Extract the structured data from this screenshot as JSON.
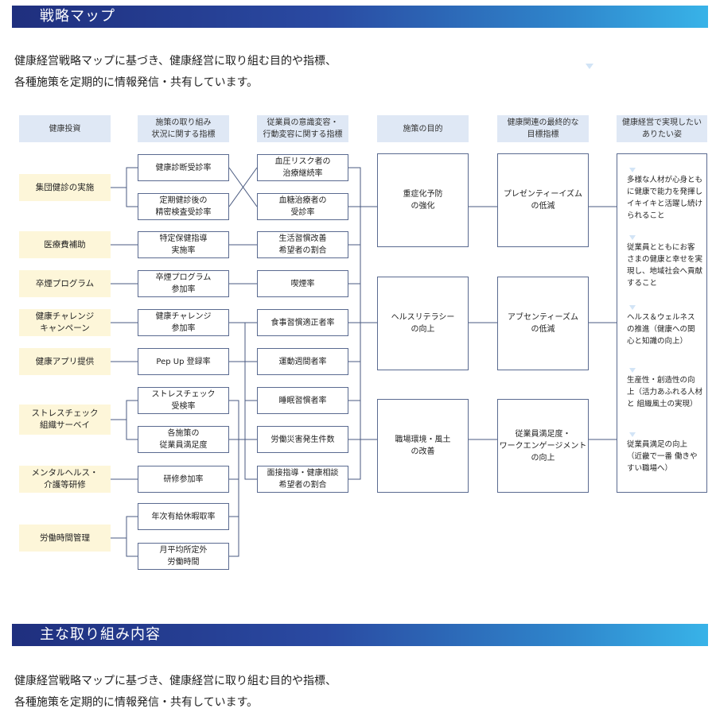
{
  "section1": {
    "title": "戦略マップ"
  },
  "intro1": {
    "line1": "健康経営戦略マップに基づき、健康経営に取り組む目的や指標、",
    "line2": "各種施策を定期的に情報発信・共有しています。"
  },
  "columns": [
    "健康投資",
    "施策の取り組み\n状況に関する指標",
    "従業員の意識変容・\n行動変容に関する指標",
    "施策の目的",
    "健康関連の最終的な\n目標指標",
    "健康経営で実現したい\nありたい姿"
  ],
  "investments": [
    "集団健診の実施",
    "医療費補助",
    "卒煙プログラム",
    "健康チャレンジ\nキャンペーン",
    "健康アプリ提供",
    "ストレスチェック\n組織サーベイ",
    "メンタルヘルス・\n介護等研修",
    "労働時間管理"
  ],
  "activity_indicators": [
    "健康診断受診率",
    "定期健診後の\n精密検査受診率",
    "特定保健指導\n実施率",
    "卒煙プログラム\n参加率",
    "健康チャレンジ\n参加率",
    "Pep Up 登録率",
    "ストレスチェック\n受検率",
    "各施策の\n従業員満足度",
    "研修参加率",
    "年次有給休暇取率",
    "月平均所定外\n労働時間"
  ],
  "behavior_indicators": [
    "血圧リスク者の\n治療継続率",
    "血糖治療者の\n受診率",
    "生活習慣改善\n希望者の割合",
    "喫煙率",
    "食事習慣適正者率",
    "運動週間者率",
    "睡眠習慣者率",
    "労働災害発生件数",
    "面接指導・健康相談\n希望者の割合"
  ],
  "purposes": [
    "重症化予防\nの強化",
    "ヘルスリテラシー\nの向上",
    "職場環境・風土\nの改善"
  ],
  "final_goals": [
    "プレゼンティーイズム\nの低減",
    "アブセンティーズム\nの低減",
    "従業員満足度・\nワークエンゲージメント\nの向上"
  ],
  "ideal_states": [
    "多様な人材が心身とも\nに健康で能力を発揮し\nイキイキと活躍し続け\nられること",
    "従業員とともにお客\nさまの健康と幸せを実\n現し、地域社会へ貢献\nすること",
    "ヘルス＆ウェルネス\nの推進（健康への関\n心と知識の向上）",
    "生産性・創造性の向\n上（活力あふれる人材\nと 組織風土の実現）",
    "従業員満足の向上\n（近畿で一番 働きや\nすい職場へ）"
  ],
  "section2": {
    "title": "主な取り組み内容"
  },
  "intro2": {
    "line1": "健康経営戦略マップに基づき、健康経営に取り組む目的や指標、",
    "line2": "各種施策を定期的に情報発信・共有しています。"
  },
  "colors": {
    "header_bg": "#dfe8f5",
    "investment_bg": "#fdf6d9",
    "box_border": "#5a6a90",
    "bar_start": "#1f2f7e",
    "bar_end": "#38b3e8"
  }
}
